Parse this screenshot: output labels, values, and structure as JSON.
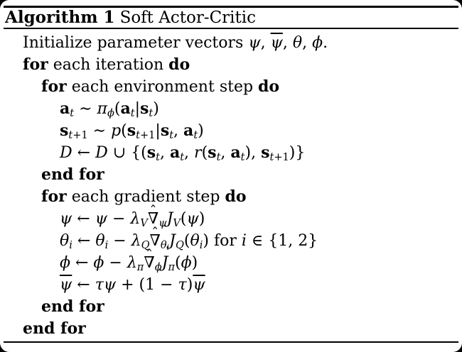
{
  "page": {
    "background_color": "#000000",
    "card_color": "#ffffff",
    "text_color": "#000000"
  },
  "caption": {
    "label": "Algorithm 1",
    "title": "Soft Actor-Critic"
  },
  "algorithm": {
    "lines": [
      {
        "indent": 0,
        "tokens": [
          {
            "t": "Initialize parameter vectors "
          },
          {
            "t": "ψ",
            "i": true
          },
          {
            "t": ", "
          },
          {
            "t": "ψ",
            "i": true,
            "bar": true
          },
          {
            "t": ", "
          },
          {
            "t": "θ",
            "i": true
          },
          {
            "t": ", "
          },
          {
            "t": "ϕ",
            "i": true
          },
          {
            "t": "."
          }
        ]
      },
      {
        "indent": 0,
        "tokens": [
          {
            "t": "for",
            "b": true
          },
          {
            "t": " each iteration "
          },
          {
            "t": "do",
            "b": true
          }
        ]
      },
      {
        "indent": 1,
        "tokens": [
          {
            "t": "for",
            "b": true
          },
          {
            "t": " each environment step "
          },
          {
            "t": "do",
            "b": true
          }
        ]
      },
      {
        "indent": 2,
        "tokens": [
          {
            "t": "a",
            "bm": true
          },
          {
            "t": "t",
            "sub": true,
            "i": true
          },
          {
            "t": " ∼ "
          },
          {
            "t": "π",
            "i": true
          },
          {
            "t": "ϕ",
            "sub": true,
            "i": true
          },
          {
            "t": "("
          },
          {
            "t": "a",
            "bm": true
          },
          {
            "t": "t",
            "sub": true,
            "i": true
          },
          {
            "t": "|"
          },
          {
            "t": "s",
            "bm": true
          },
          {
            "t": "t",
            "sub": true,
            "i": true
          },
          {
            "t": ")"
          }
        ]
      },
      {
        "indent": 2,
        "tokens": [
          {
            "t": "s",
            "bm": true
          },
          {
            "t": "t",
            "sub": true,
            "i": true
          },
          {
            "t": "+1",
            "sub": true
          },
          {
            "t": " ∼ "
          },
          {
            "t": "p",
            "i": true
          },
          {
            "t": "("
          },
          {
            "t": "s",
            "bm": true
          },
          {
            "t": "t",
            "sub": true,
            "i": true
          },
          {
            "t": "+1",
            "sub": true
          },
          {
            "t": "|"
          },
          {
            "t": "s",
            "bm": true
          },
          {
            "t": "t",
            "sub": true,
            "i": true
          },
          {
            "t": ", "
          },
          {
            "t": "a",
            "bm": true
          },
          {
            "t": "t",
            "sub": true,
            "i": true
          },
          {
            "t": ")"
          }
        ]
      },
      {
        "indent": 2,
        "tokens": [
          {
            "t": "D",
            "cal": true
          },
          {
            "t": " ← "
          },
          {
            "t": "D",
            "cal": true
          },
          {
            "t": " ∪ {("
          },
          {
            "t": "s",
            "bm": true
          },
          {
            "t": "t",
            "sub": true,
            "i": true
          },
          {
            "t": ", "
          },
          {
            "t": "a",
            "bm": true
          },
          {
            "t": "t",
            "sub": true,
            "i": true
          },
          {
            "t": ", "
          },
          {
            "t": "r",
            "i": true
          },
          {
            "t": "("
          },
          {
            "t": "s",
            "bm": true
          },
          {
            "t": "t",
            "sub": true,
            "i": true
          },
          {
            "t": ", "
          },
          {
            "t": "a",
            "bm": true
          },
          {
            "t": "t",
            "sub": true,
            "i": true
          },
          {
            "t": "), "
          },
          {
            "t": "s",
            "bm": true
          },
          {
            "t": "t",
            "sub": true,
            "i": true
          },
          {
            "t": "+1",
            "sub": true
          },
          {
            "t": ")}"
          }
        ]
      },
      {
        "indent": 1,
        "tokens": [
          {
            "t": "end for",
            "b": true
          }
        ]
      },
      {
        "indent": 1,
        "tokens": [
          {
            "t": "for",
            "b": true
          },
          {
            "t": " each gradient step "
          },
          {
            "t": "do",
            "b": true
          }
        ]
      },
      {
        "indent": 2,
        "tokens": [
          {
            "t": "ψ",
            "i": true
          },
          {
            "t": " ← "
          },
          {
            "t": "ψ",
            "i": true
          },
          {
            "t": " − "
          },
          {
            "t": "λ",
            "i": true
          },
          {
            "t": "V",
            "sub": true,
            "i": true
          },
          {
            "t": "∇",
            "hat": true
          },
          {
            "t": "ψ",
            "sub": true,
            "i": true
          },
          {
            "t": "J",
            "i": true
          },
          {
            "t": "V",
            "sub": true,
            "i": true
          },
          {
            "t": "("
          },
          {
            "t": "ψ",
            "i": true
          },
          {
            "t": ")"
          }
        ]
      },
      {
        "indent": 2,
        "tokens": [
          {
            "t": "θ",
            "i": true
          },
          {
            "t": "i",
            "sub": true,
            "i": true
          },
          {
            "t": " ← "
          },
          {
            "t": "θ",
            "i": true
          },
          {
            "t": "i",
            "sub": true,
            "i": true
          },
          {
            "t": " − "
          },
          {
            "t": "λ",
            "i": true
          },
          {
            "t": "Q",
            "sub": true,
            "i": true
          },
          {
            "t": "∇",
            "hat": true
          },
          {
            "t": "θ",
            "sub": true,
            "i": true
          },
          {
            "t": "i",
            "ss": true,
            "i": true
          },
          {
            "t": "J",
            "i": true
          },
          {
            "t": "Q",
            "sub": true,
            "i": true
          },
          {
            "t": "("
          },
          {
            "t": "θ",
            "i": true
          },
          {
            "t": "i",
            "sub": true,
            "i": true
          },
          {
            "t": ")"
          },
          {
            "t": " for "
          },
          {
            "t": "i",
            "i": true
          },
          {
            "t": " ∈ {1, 2}"
          }
        ]
      },
      {
        "indent": 2,
        "tokens": [
          {
            "t": "ϕ",
            "i": true
          },
          {
            "t": " ← "
          },
          {
            "t": "ϕ",
            "i": true
          },
          {
            "t": " − "
          },
          {
            "t": "λ",
            "i": true
          },
          {
            "t": "π",
            "sub": true,
            "i": true
          },
          {
            "t": "∇",
            "hat": true
          },
          {
            "t": "ϕ",
            "sub": true,
            "i": true
          },
          {
            "t": "J",
            "i": true
          },
          {
            "t": "π",
            "sub": true,
            "i": true
          },
          {
            "t": "("
          },
          {
            "t": "ϕ",
            "i": true
          },
          {
            "t": ")"
          }
        ]
      },
      {
        "indent": 2,
        "tokens": [
          {
            "t": "ψ",
            "i": true,
            "bar": true
          },
          {
            "t": " ← "
          },
          {
            "t": "τ",
            "i": true
          },
          {
            "t": "ψ",
            "i": true
          },
          {
            "t": " + (1 − "
          },
          {
            "t": "τ",
            "i": true
          },
          {
            "t": ")"
          },
          {
            "t": "ψ",
            "i": true,
            "bar": true
          }
        ]
      },
      {
        "indent": 1,
        "tokens": [
          {
            "t": "end for",
            "b": true
          }
        ]
      },
      {
        "indent": 0,
        "tokens": [
          {
            "t": "end for",
            "b": true
          }
        ]
      }
    ]
  }
}
